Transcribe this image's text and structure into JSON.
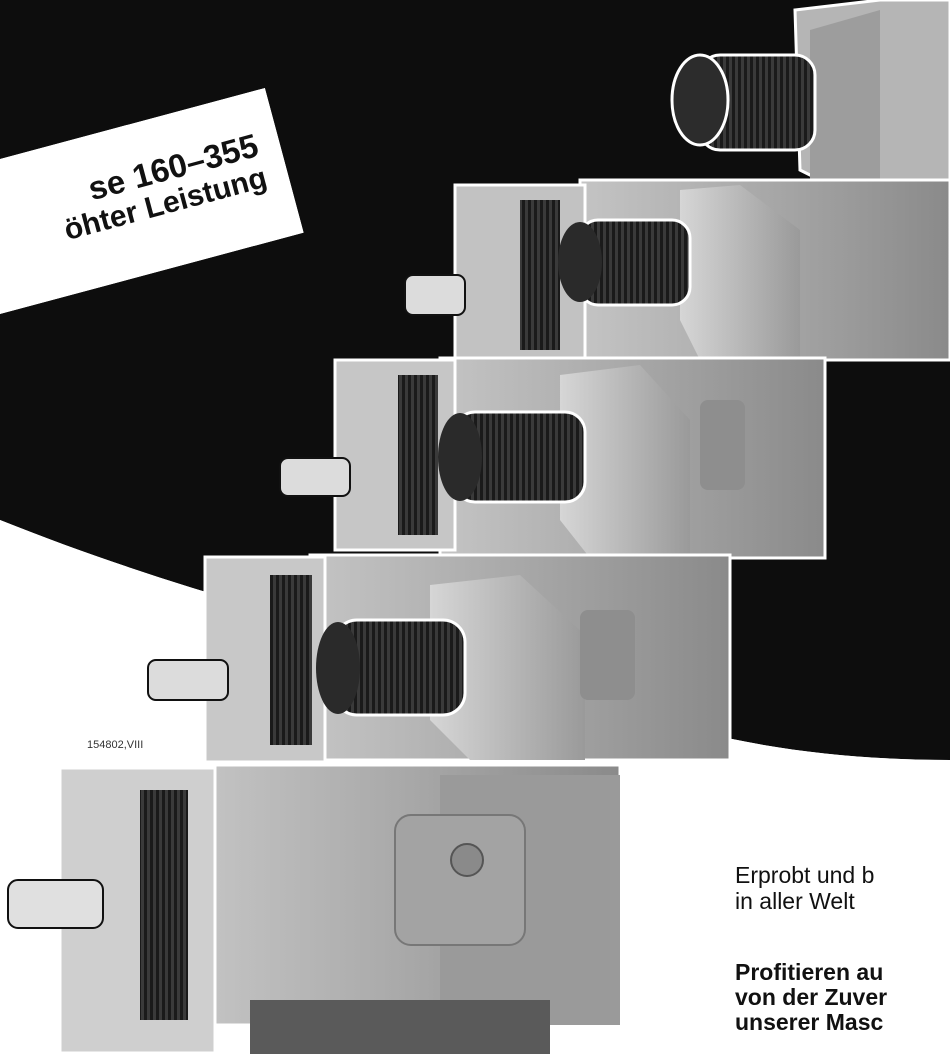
{
  "banner": {
    "line1": "se 160–355",
    "line2": "öhter Leistung"
  },
  "photo_caption": "154802,VIII",
  "headline": {
    "line1": "Erprobt und b",
    "line2": "in aller Welt"
  },
  "subline": {
    "line1": "Profitieren au",
    "line2": "von der Zuver",
    "line3": "unserer Masc"
  },
  "colors": {
    "background_dark": "#0d0d0d",
    "paper": "#ffffff",
    "motor_body": "#a9a9a9",
    "motor_shadow": "#6e6e6e",
    "fan_motor": "#2a2a2a",
    "text": "#111111"
  }
}
